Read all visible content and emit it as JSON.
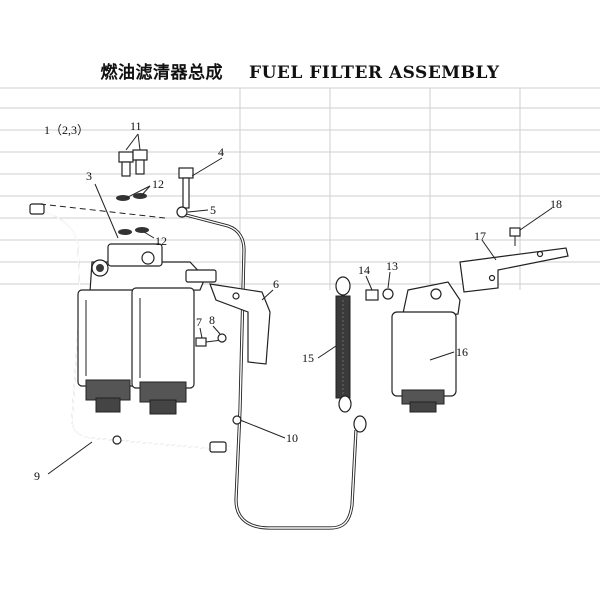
{
  "title": {
    "chinese": "燃油滤清器总成",
    "english": "FUEL FILTER ASSEMBLY"
  },
  "callouts": {
    "c1": "1（2,3）",
    "c3": "3",
    "c4": "4",
    "c5": "5",
    "c6": "6",
    "c7": "7",
    "c8": "8",
    "c9": "9",
    "c10": "10",
    "c11": "11",
    "c12a": "12",
    "c12b": "12",
    "c13": "13",
    "c14": "14",
    "c15": "15",
    "c16": "16",
    "c17": "17",
    "c18": "18"
  }
}
